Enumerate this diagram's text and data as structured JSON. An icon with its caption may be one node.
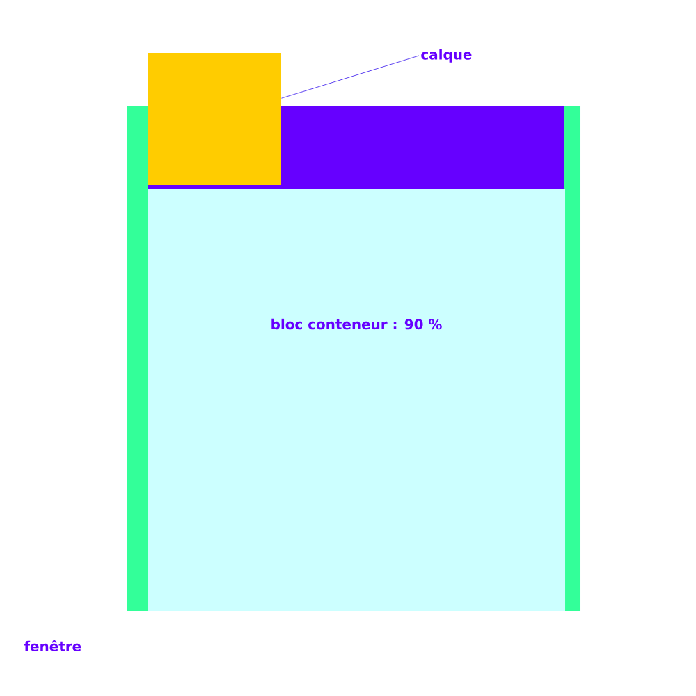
{
  "diagram": {
    "nodes": [
      {
        "text": [],
        "shape": "box"
      },
      {
        "text": [
          "bloc conteneur : 90 %"
        ],
        "in": 0
      },
      {
        "text": [],
        "shape": "box",
        "in": 0
      },
      {
        "text": [],
        "shape": "box"
      },
      {
        "text": [
          "calque"
        ]
      }
    ],
    "edges": [
      {
        "from": 4,
        "to": 3,
        "arrow": "none"
      }
    ],
    "labels": [
      "fenêtre"
    ]
  }
}
